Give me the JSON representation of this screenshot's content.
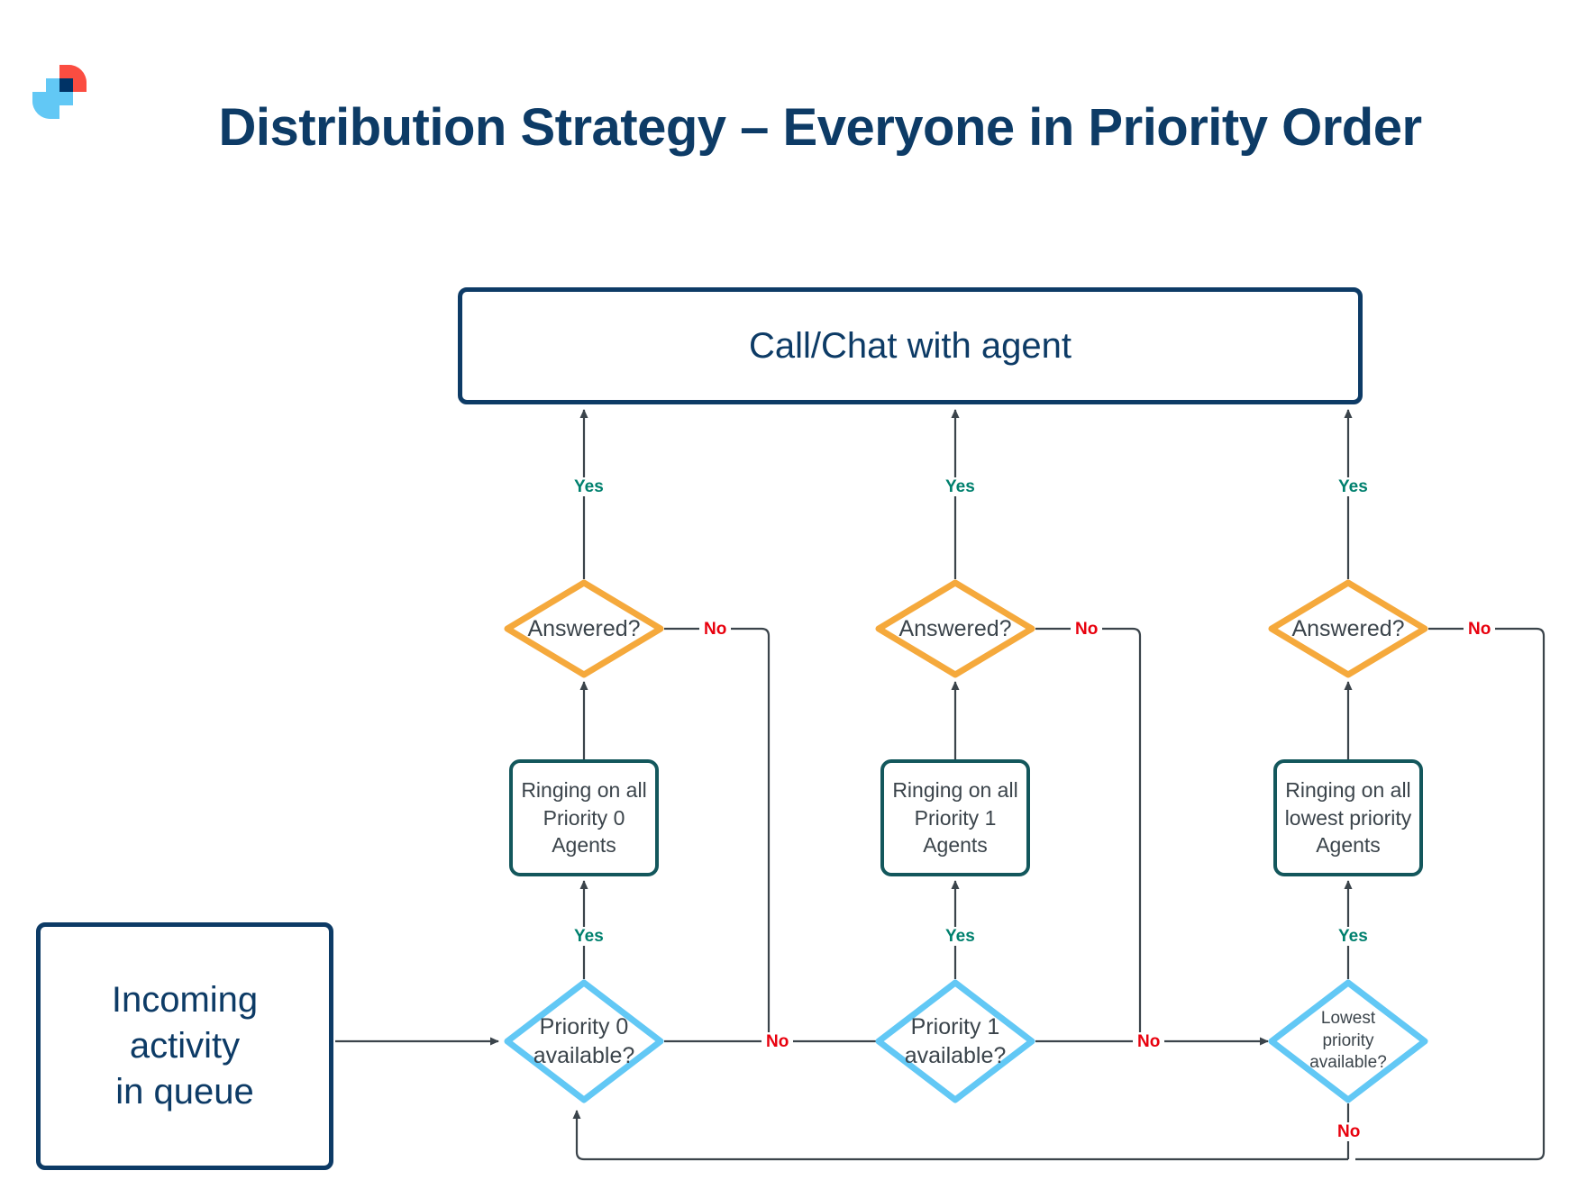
{
  "header": {
    "title": "Distribution Strategy – Everyone in Priority Order",
    "logo_name": "brand-logo",
    "logo_colors": {
      "red": "#fb4d41",
      "light_blue": "#62c8f5",
      "navy": "#003366"
    }
  },
  "colors": {
    "title": "#0d3b66",
    "navy_border": "#0d3b66",
    "teal_border": "#13575c",
    "orange_border": "#f5a93c",
    "sky_border": "#62c8f5",
    "yes_label": "#00806e",
    "no_label": "#e8000d",
    "connector": "#3b444b",
    "node_text": "#3b444b"
  },
  "flow": {
    "terminal": {
      "call_chat": "Call/Chat with agent",
      "incoming": "Incoming\nactivity\nin queue"
    },
    "columns": [
      {
        "id": "priority-0",
        "available_question": "Priority 0\navailable?",
        "ringing": "Ringing on all\nPriority 0\nAgents",
        "answered_question": "Answered?"
      },
      {
        "id": "priority-1",
        "available_question": "Priority 1\navailable?",
        "ringing": "Ringing on all\nPriority 1\nAgents",
        "answered_question": "Answered?"
      },
      {
        "id": "lowest-priority",
        "available_question": "Lowest\npriority\navailable?",
        "ringing": "Ringing on all\nlowest priority\nAgents",
        "answered_question": "Answered?"
      }
    ],
    "edge_labels": {
      "yes": "Yes",
      "no": "No"
    }
  }
}
